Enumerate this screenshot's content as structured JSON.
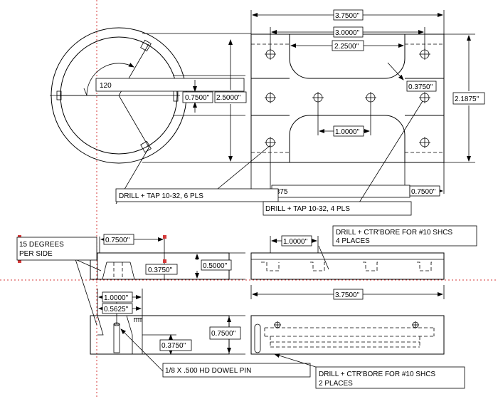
{
  "dims": {
    "top_overall_width": "3.7500\"",
    "top_hole_spacing_outer": "3.0000\"",
    "top_slot_spacing": "2.2500\"",
    "slot_radius": "0.3750\"",
    "top_height": "2.1875\"",
    "center_hole_spacing": "1.0000\"",
    "bottom_offset": ".375",
    "bottom_edge": "0.7500\"",
    "angle": "120",
    "ring_inner": "0.7500\"",
    "ring_outer": "2.5000\"",
    "side_top_width": "0.7500\"",
    "side_small": "0.3750\"",
    "side_height": "0.5000\"",
    "front_hole_spacing": "1.0000\"",
    "front_width": "3.7500\"",
    "lower_width": "1.0000\"",
    "lower_sub": "0.5625\"",
    "lower_offset": "0.3750\"",
    "lower_height": "0.7500\""
  },
  "notes": {
    "drill_tap_6": "DRILL + TAP 10-32, 6 PLS",
    "drill_tap_4": "DRILL + TAP 10-32, 4 PLS",
    "cbore_4_line1": "DRILL + CTR'BORE FOR #10 SHCS",
    "cbore_4_line2": "4 PLACES",
    "degrees_line1": "15 DEGREES",
    "degrees_line2": "PER SIDE",
    "dowel": "1/8 X .500 HD DOWEL PIN",
    "cbore_2_line1": "DRILL + CTR'BORE FOR #10 SHCS",
    "cbore_2_line2": "2 PLACES"
  }
}
